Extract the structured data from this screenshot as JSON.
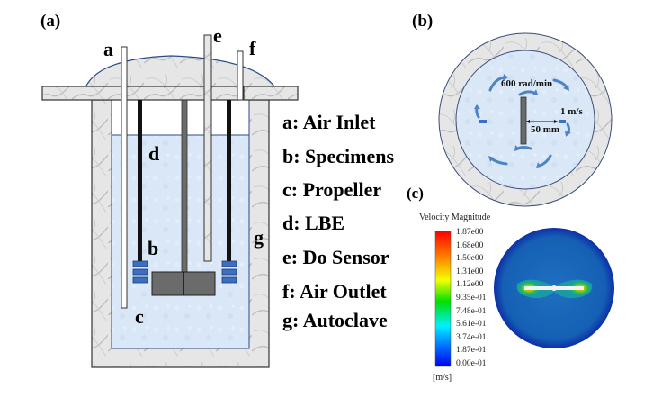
{
  "panels": {
    "a": {
      "label": "(a)"
    },
    "b": {
      "label": "(b)"
    },
    "c": {
      "label": "(c)"
    }
  },
  "diagram_tags": {
    "a": "a",
    "b": "b",
    "c": "c",
    "d": "d",
    "e": "e",
    "f": "f",
    "g": "g"
  },
  "legend": [
    {
      "key": "a",
      "text": "a: Air Inlet"
    },
    {
      "key": "b",
      "text": "b: Specimens"
    },
    {
      "key": "c",
      "text": "c: Propeller"
    },
    {
      "key": "d",
      "text": "d: LBE"
    },
    {
      "key": "e",
      "text": "e: Do Sensor"
    },
    {
      "key": "f",
      "text": "f: Air Outlet"
    },
    {
      "key": "g",
      "text": "g: Autoclave"
    }
  ],
  "top_view": {
    "rotation_label": "600 rad/min",
    "velocity_label": "1 m/s",
    "radius_label": "50 mm"
  },
  "colorbar": {
    "title": "Velocity Magnitude",
    "unit": "[m/s]",
    "ticks": [
      "1.87e00",
      "1.68e00",
      "1.50e00",
      "1.31e00",
      "1.12e00",
      "9.35e-01",
      "7.48e-01",
      "5.61e-01",
      "3.74e-01",
      "1.87e-01",
      "0.00e-01"
    ],
    "range": [
      0.0,
      1.87
    ],
    "colors": [
      "#ff0000",
      "#ff8000",
      "#ffff00",
      "#00e000",
      "#00ffff",
      "#0060ff",
      "#0000ff"
    ]
  },
  "colors": {
    "liquid": "#dbe9f8",
    "wall": "#e4e4e4",
    "specimen": "#3b6fc4",
    "propeller": "#6b6b6b",
    "outline": "#1f3a70"
  }
}
